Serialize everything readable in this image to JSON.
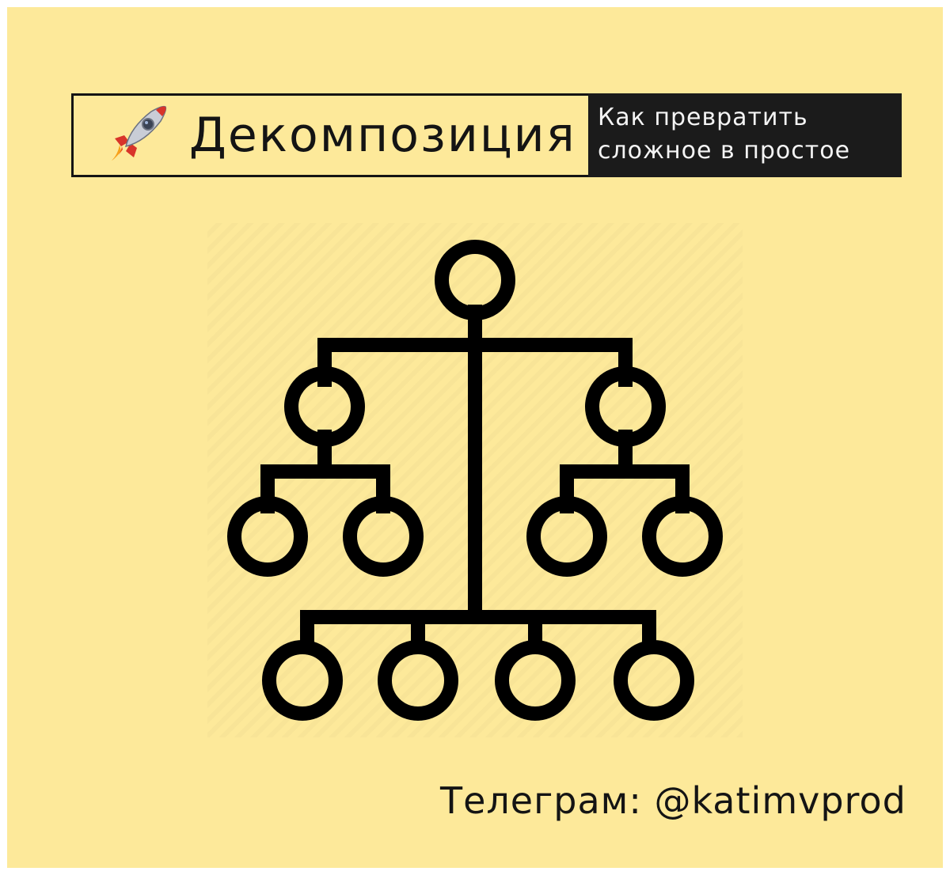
{
  "banner": {
    "title": "Декомпозиция",
    "subtitle_line1": "Как превратить",
    "subtitle_line2": "сложное в простое",
    "icon": "rocket-icon"
  },
  "footer": {
    "text": "Телеграм: @katimvprod"
  },
  "colors": {
    "background": "#fde99a",
    "ink": "#141414",
    "subtitle_bg": "#1b1b1b",
    "subtitle_text": "#f4f4f4"
  }
}
